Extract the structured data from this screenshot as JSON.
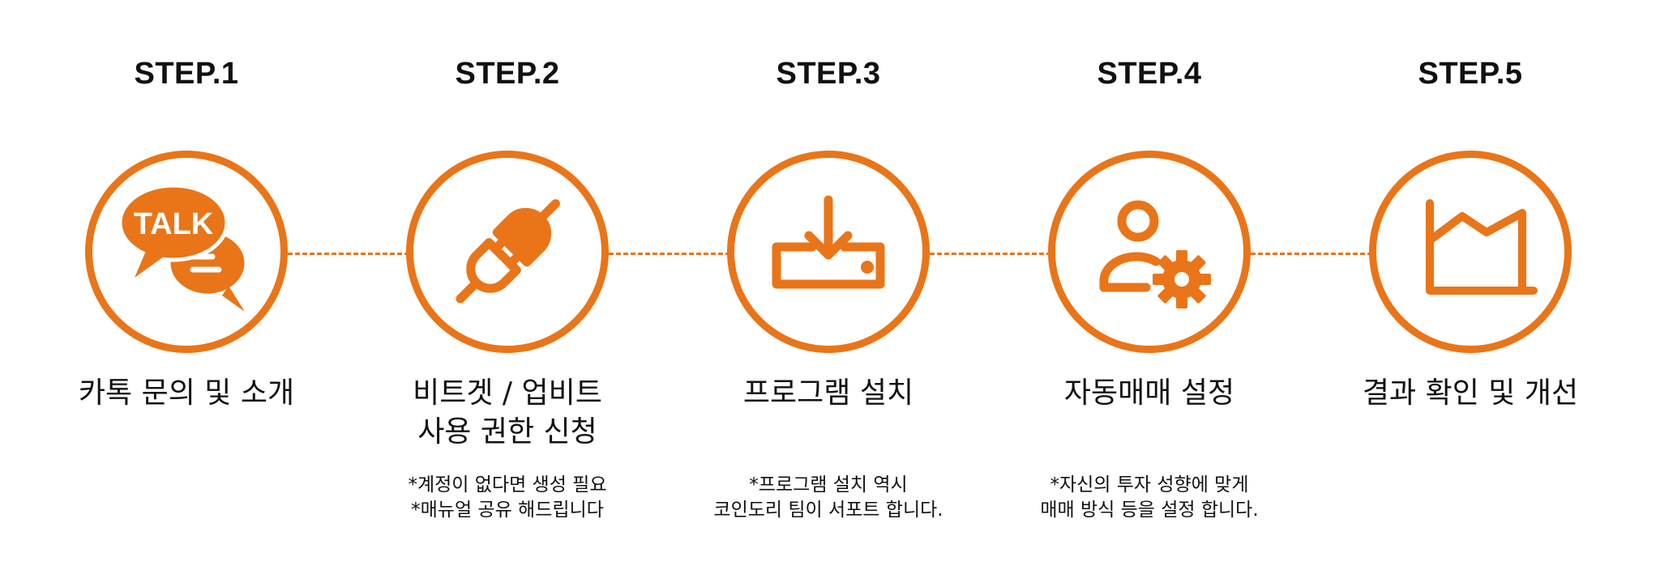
{
  "accent_color": "#e97518",
  "steps": [
    {
      "title": "STEP.1",
      "icon": "kakao-talk-chat-icon",
      "icon_text": "TALK",
      "label_lines": [
        "카톡 문의 및 소개"
      ],
      "note_lines": []
    },
    {
      "title": "STEP.2",
      "icon": "plug-connect-icon",
      "label_lines": [
        "비트겟 / 업비트",
        "사용 권한 신청"
      ],
      "note_lines": [
        "*계정이 없다면 생성 필요",
        "*매뉴얼 공유 해드립니다"
      ]
    },
    {
      "title": "STEP.3",
      "icon": "download-tray-icon",
      "label_lines": [
        "프로그램 설치"
      ],
      "note_lines": [
        "*프로그램 설치 역시",
        "코인도리 팀이 서포트 합니다."
      ]
    },
    {
      "title": "STEP.4",
      "icon": "user-settings-icon",
      "label_lines": [
        "자동매매 설정"
      ],
      "note_lines": [
        "*자신의 투자 성향에 맞게",
        "매매 방식 등을 설정 합니다."
      ]
    },
    {
      "title": "STEP.5",
      "icon": "area-chart-icon",
      "label_lines": [
        "결과 확인 및 개선"
      ],
      "note_lines": []
    }
  ]
}
